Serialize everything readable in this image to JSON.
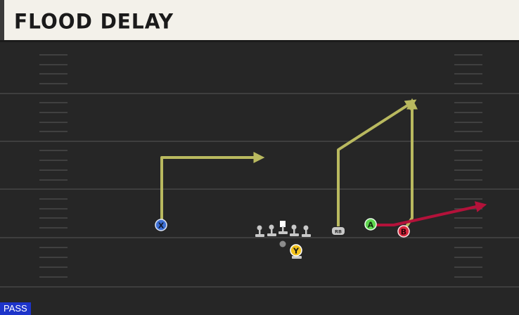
{
  "play": {
    "title": "FLOOD DELAY",
    "type_badge": "PASS"
  },
  "players": {
    "x": {
      "label": "X",
      "color": "#3d6fd4"
    },
    "y": {
      "label": "Y",
      "color": "#f2c21e"
    },
    "a": {
      "label": "A",
      "color": "#5fd64e"
    },
    "b": {
      "label": "B",
      "color": "#d8283e"
    },
    "rb": {
      "label": "RB"
    }
  },
  "colors": {
    "route_primary": "#b9b95f",
    "route_secondary": "#b3123a",
    "field": "#262626",
    "yard_line": "#3e3e3e",
    "hash": "#404040"
  }
}
